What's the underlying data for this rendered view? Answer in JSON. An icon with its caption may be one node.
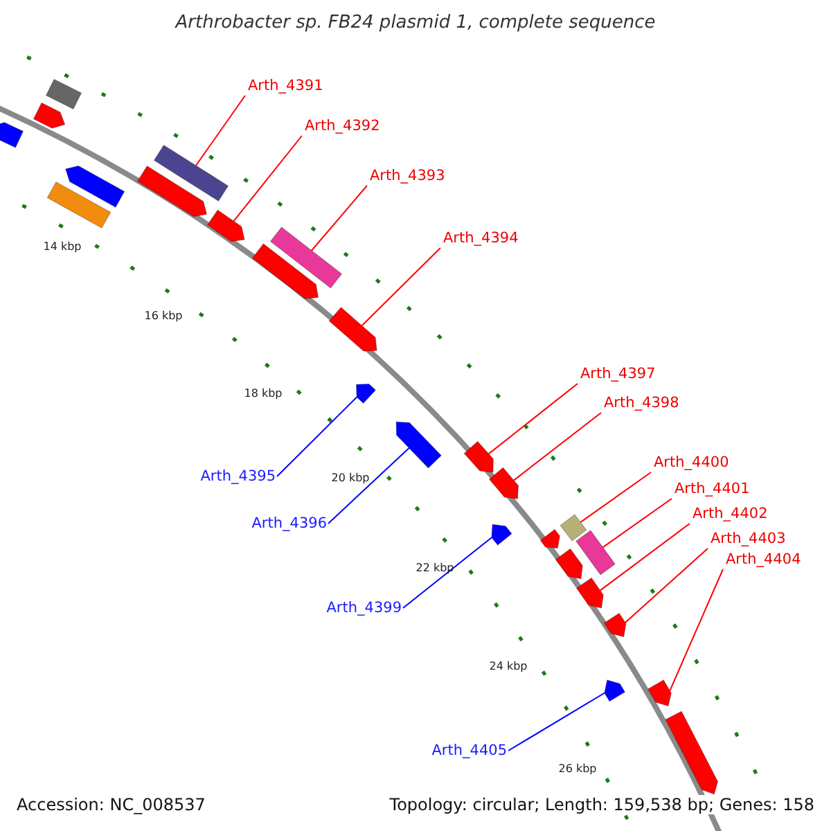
{
  "diagram": {
    "title": "Arthrobacter sp. FB24 plasmid 1, complete sequence",
    "nodes": [
      {
        "text": [
          "Arth_4391"
        ]
      },
      {
        "text": [
          "Arth_4392"
        ]
      },
      {
        "text": [
          "Arth_4393"
        ]
      },
      {
        "text": [
          "Arth_4394"
        ]
      },
      {
        "text": [
          "Arth_4397"
        ]
      },
      {
        "text": [
          "Arth_4398"
        ]
      },
      {
        "text": [
          "Arth_4400"
        ]
      },
      {
        "text": [
          "Arth_4395"
        ]
      },
      {
        "text": [
          "Arth_4401"
        ]
      },
      {
        "text": [
          "Arth_4402"
        ]
      },
      {
        "text": [
          "Arth_4396"
        ]
      },
      {
        "text": [
          "Arth_4403"
        ]
      },
      {
        "text": [
          "Arth_4404"
        ]
      },
      {
        "text": [
          "Arth_4399"
        ]
      },
      {
        "text": [
          "Arth_4405"
        ]
      },
      {
        "text": [],
        "shape": "box"
      },
      {
        "text": [],
        "shape": "arrow"
      },
      {
        "text": [],
        "shape": "box"
      },
      {
        "text": [],
        "shape": "arrow"
      },
      {
        "text": [],
        "shape": "arrow"
      },
      {
        "text": [],
        "shape": "arrow"
      },
      {
        "text": [],
        "shape": "box"
      },
      {
        "text": [],
        "shape": "arrow"
      },
      {
        "text": [],
        "shape": "box"
      },
      {
        "text": [],
        "shape": "arrow"
      },
      {
        "text": [],
        "shape": "arrow"
      },
      {
        "text": [],
        "shape": "arrow"
      },
      {
        "text": [],
        "shape": "arrow"
      },
      {
        "text": [],
        "shape": "arrow"
      },
      {
        "text": [],
        "shape": "arrow"
      },
      {
        "text": [],
        "shape": "box"
      },
      {
        "text": [],
        "shape": "arrow"
      },
      {
        "text": [],
        "shape": "arrow"
      },
      {
        "text": [],
        "shape": "arrow"
      },
      {
        "text": [],
        "shape": "box"
      },
      {
        "text": [],
        "shape": "arrow"
      },
      {
        "text": [],
        "shape": "arrow"
      },
      {
        "text": [],
        "shape": "arrow"
      },
      {
        "text": [],
        "shape": "arrow"
      },
      {
        "text": [],
        "shape": "arrow"
      }
    ],
    "edges": [
      {
        "from": 0,
        "to": 15,
        "arrow": "none"
      },
      {
        "from": 1,
        "to": 16,
        "arrow": "none"
      },
      {
        "from": 2,
        "to": 17,
        "arrow": "none"
      },
      {
        "from": 3,
        "to": 18,
        "arrow": "none"
      },
      {
        "from": 4,
        "to": 19,
        "arrow": "none"
      },
      {
        "from": 5,
        "to": 20,
        "arrow": "none"
      },
      {
        "from": 6,
        "to": 21,
        "arrow": "none"
      },
      {
        "from": 7,
        "to": 22,
        "arrow": "none",
        "color": "#0000ff"
      },
      {
        "from": 8,
        "to": 23,
        "arrow": "none"
      },
      {
        "from": 9,
        "to": 24,
        "arrow": "none"
      },
      {
        "from": 10,
        "to": 25,
        "arrow": "none",
        "color": "#0000ff"
      },
      {
        "from": 11,
        "to": 26,
        "arrow": "none"
      },
      {
        "from": 12,
        "to": 27,
        "arrow": "none"
      },
      {
        "from": 13,
        "to": 28,
        "arrow": "none",
        "color": "#0000ff"
      },
      {
        "from": 14,
        "to": 29,
        "arrow": "none",
        "color": "#0000ff"
      }
    ],
    "labels": [
      "14 kbp",
      "16 kbp",
      "18 kbp",
      "20 kbp",
      "22 kbp",
      "24 kbp",
      "26 kbp",
      "Accession: NC_008537",
      "Topology: circular; Length: 159,538 bp; Genes: 158"
    ]
  }
}
